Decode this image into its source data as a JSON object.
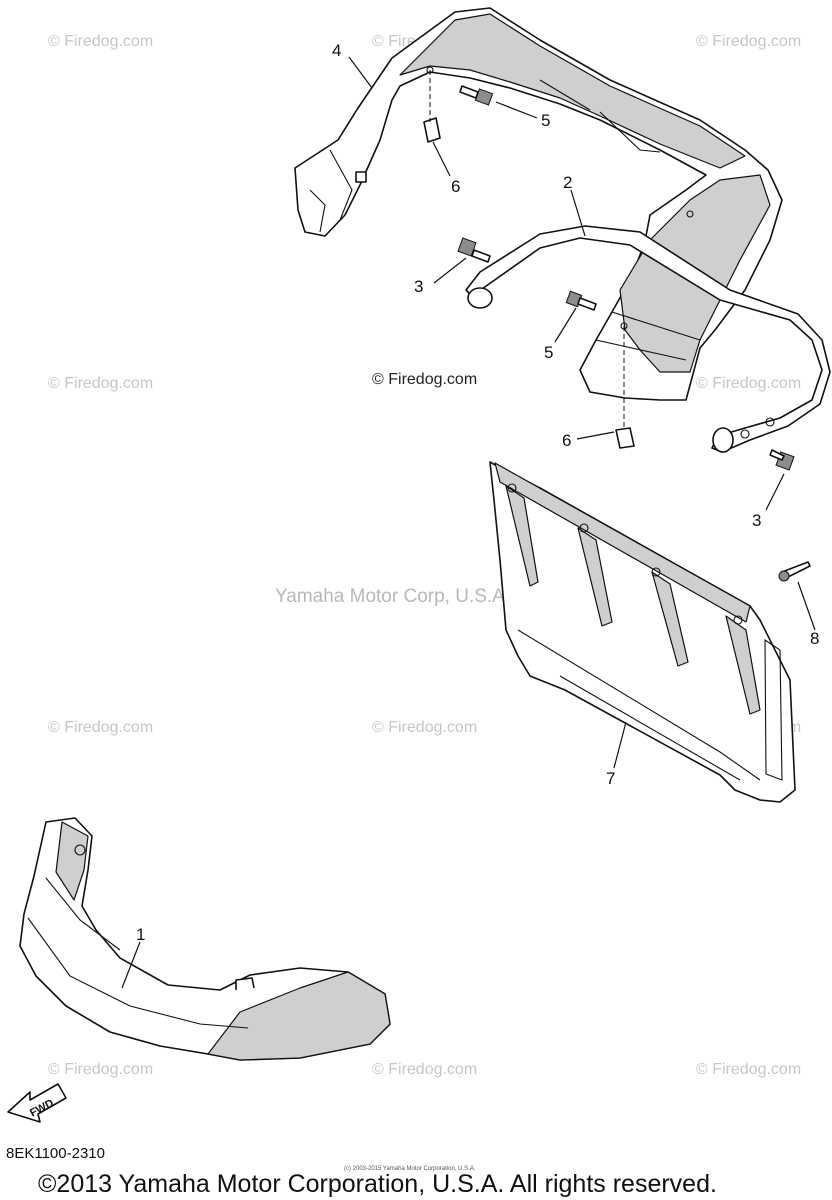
{
  "watermark": {
    "firedog": "© Firedog.com",
    "center": "Yamaha Motor Corp, U.S.A.",
    "fine_print": "(c) 2003-2015 Yamaha Motor Corporation, U.S.A."
  },
  "callouts": {
    "c1": "1",
    "c2": "2",
    "c3a": "3",
    "c3b": "3",
    "c4": "4",
    "c5a": "5",
    "c5b": "5",
    "c6a": "6",
    "c6b": "6",
    "c7": "7",
    "c8": "8"
  },
  "direction_badge": "FWD",
  "diagram_code": "8EK1100-2310",
  "copyright": "©2013 Yamaha Motor Corporation, U.S.A. All rights reserved."
}
